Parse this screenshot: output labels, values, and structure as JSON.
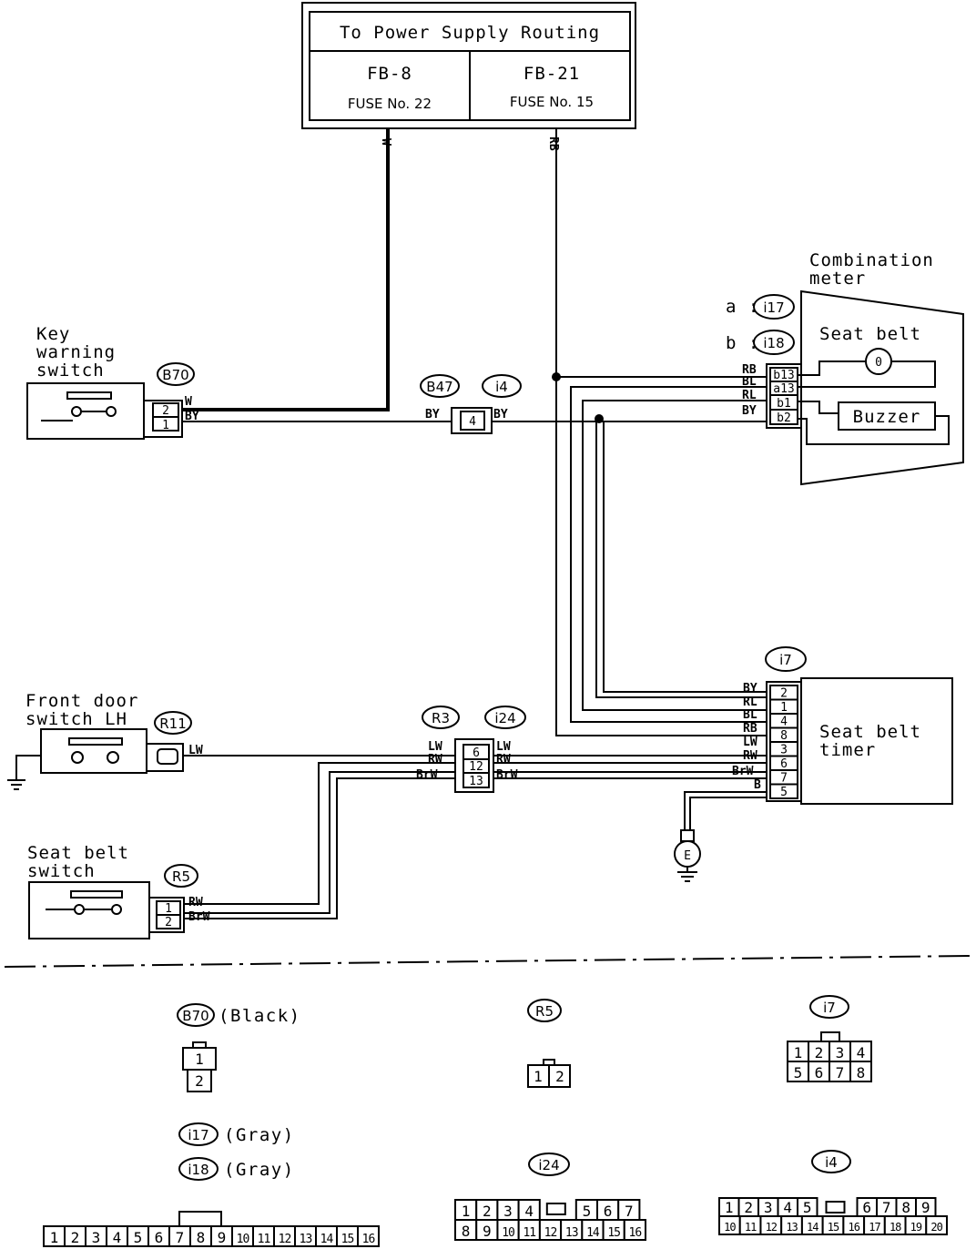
{
  "power_box": {
    "title": "To Power Supply Routing",
    "left": {
      "code": "FB-8",
      "fuse": "FUSE No. 22"
    },
    "right": {
      "code": "FB-21",
      "fuse": "FUSE No. 15"
    }
  },
  "wires": {
    "w": "W",
    "rb": "RB",
    "by": "BY",
    "bl": "BL",
    "rl": "RL",
    "lw": "LW",
    "rw": "RW",
    "brw": "BrW",
    "b": "B"
  },
  "components": {
    "key_warning": [
      "Key",
      "warning",
      "switch"
    ],
    "front_door": [
      "Front door",
      "switch LH"
    ],
    "seat_belt_switch": [
      "Seat belt",
      "switch"
    ],
    "combination_meter": [
      "Combination",
      "meter"
    ],
    "seat_belt_indicator": "Seat belt",
    "buzzer": "Buzzer",
    "seat_belt_timer": [
      "Seat belt",
      "timer"
    ],
    "ground": "E"
  },
  "connector_tags": {
    "b70": "B70",
    "b47": "B47",
    "i4": "i4",
    "i17": "i17",
    "i18": "i18",
    "i7": "i7",
    "r11": "R11",
    "r3": "R3",
    "i24": "i24",
    "r5": "R5",
    "a_prefix": "a :",
    "b_prefix": "b :"
  },
  "pins": {
    "b70": [
      "2",
      "1"
    ],
    "i4": "4",
    "meter": [
      "b13",
      "a13",
      "b1",
      "b2"
    ],
    "timer": [
      "2",
      "1",
      "4",
      "8",
      "3",
      "6",
      "7",
      "5"
    ],
    "i24": [
      "6",
      "12",
      "13"
    ],
    "r5": [
      "1",
      "2"
    ]
  },
  "legend": {
    "b70_color": "(Black)",
    "i17_color": "(Gray)",
    "i18_color": "(Gray)",
    "b70_pins": [
      "1",
      "2"
    ],
    "r5_pins": [
      "1",
      "2"
    ],
    "i7_rows": [
      [
        "1",
        "2",
        "3",
        "4"
      ],
      [
        "5",
        "6",
        "7",
        "8"
      ]
    ],
    "i24_rows": [
      [
        "1",
        "2",
        "3",
        "4",
        "5",
        "6",
        "7"
      ],
      [
        "8",
        "9",
        "10",
        "11",
        "12",
        "13",
        "14",
        "15",
        "16"
      ]
    ],
    "i4_rows": [
      [
        "1",
        "2",
        "3",
        "4",
        "5",
        "6",
        "7",
        "8",
        "9"
      ],
      [
        "10",
        "11",
        "12",
        "13",
        "14",
        "15",
        "16",
        "17",
        "18",
        "19",
        "20"
      ]
    ],
    "i17_row": [
      "1",
      "2",
      "3",
      "4",
      "5",
      "6",
      "7",
      "8",
      "9",
      "10",
      "11",
      "12",
      "13",
      "14",
      "15",
      "16"
    ]
  }
}
